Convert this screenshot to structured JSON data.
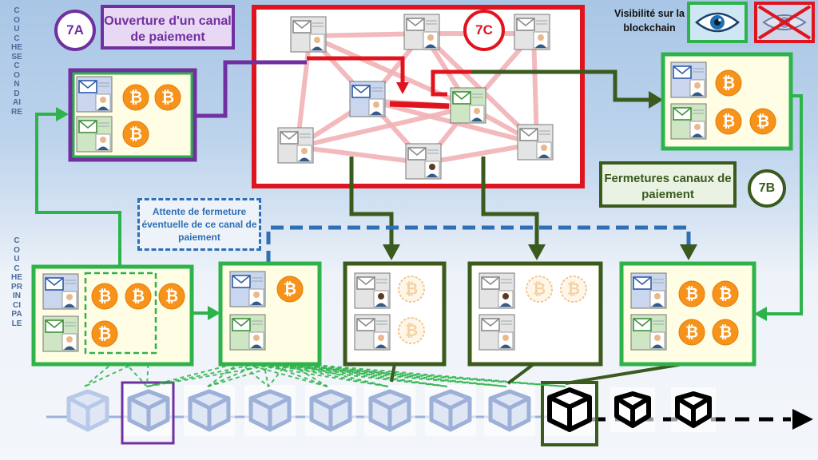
{
  "layers": {
    "secondary": "COUCHE SECONDAIRE",
    "primary": "COUCHE PRINCIPALE"
  },
  "badges": {
    "a": "7A",
    "b": "7B",
    "c": "7C"
  },
  "labels": {
    "opening": "Ouverture d'un canal de paiement",
    "closing": "Fermetures canaux de paiement",
    "waiting": "Attente de fermeture éventuelle de ce canal de paiement",
    "visibility": "Visibilité sur la blockchain"
  },
  "icons": {
    "coin": "bitcoin-icon",
    "wallet": "wallet-icon",
    "block": "block-cube-icon",
    "visible": "eye-icon",
    "hidden": "crossed-eye-icon"
  },
  "colors": {
    "green": "#2db34a",
    "dark_green": "#3a5a1e",
    "purple": "#7030a0",
    "red": "#e0141e",
    "blue_dashed": "#2e6fb5",
    "bitcoin": "#f7931a",
    "block_blue": "#9db0d8"
  }
}
